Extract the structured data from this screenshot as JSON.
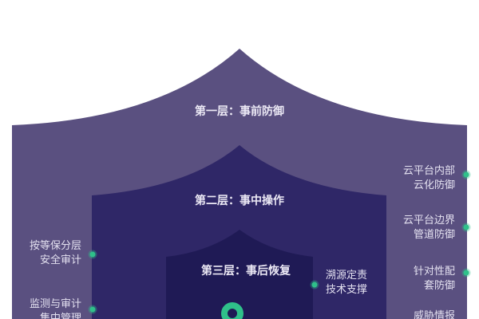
{
  "layers": [
    {
      "title": "第一层：事前防御",
      "color": "#5a5080"
    },
    {
      "title": "第二层：事中操作",
      "color": "#2f2767"
    },
    {
      "title": "第三层：事后恢复",
      "color": "#1f1a55"
    }
  ],
  "left_labels": [
    {
      "line1": "按等保分层",
      "line2": "安全审计"
    },
    {
      "line1": "监测与审计",
      "line2": "集中管理"
    }
  ],
  "right_labels": [
    {
      "line1": "云平台内部",
      "line2": "云化防御"
    },
    {
      "line1": "云平台边界",
      "line2": "管道防御"
    },
    {
      "line1": "针对性配",
      "line2": "套防御"
    },
    {
      "line1": "威胁情报",
      "line2": ""
    }
  ],
  "inner_label": {
    "line1": "溯源定责",
    "line2": "技术支撑"
  },
  "accent_color": "#2fc08a"
}
